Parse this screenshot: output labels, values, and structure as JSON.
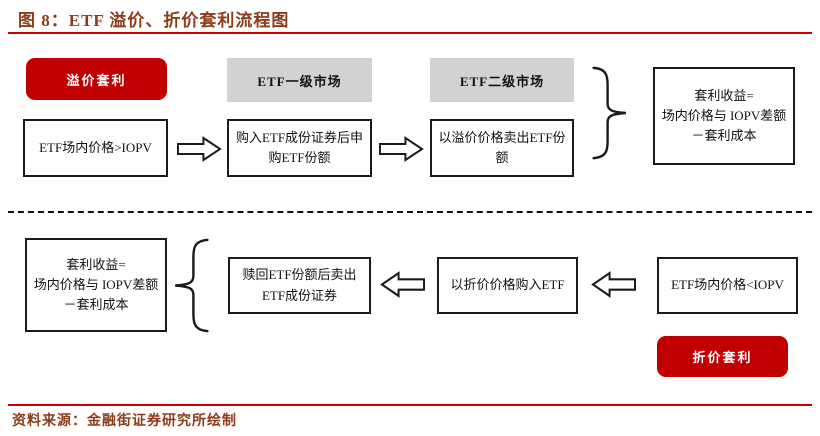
{
  "title": "图 8：ETF 溢价、折价套利流程图",
  "source": "资料来源：金融街证券研究所绘制",
  "colors": {
    "accent_red": "#C00000",
    "rule_red": "#CC0000",
    "title_brown": "#8E3B1C",
    "header_gray": "#D2D2D2"
  },
  "premium_flow": {
    "tag": "溢价套利",
    "market_headers": [
      "ETF一级市场",
      "ETF二级市场"
    ],
    "steps": [
      "ETF场内价格>IOPV",
      "购入ETF成份证券后申购ETF份额",
      "以溢价价格卖出ETF份额"
    ],
    "result": "套利收益=\n场内价格与 IOPV差额\n－套利成本"
  },
  "discount_flow": {
    "tag": "折价套利",
    "steps": [
      "ETF场内价格<IOPV",
      "以折价价格购入ETF",
      "赎回ETF份额后卖出ETF成份证券"
    ],
    "result": "套利收益=\n场内价格与 IOPV差额\n－套利成本"
  }
}
